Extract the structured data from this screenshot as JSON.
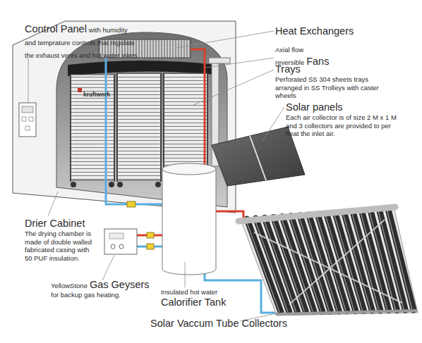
{
  "diagram": {
    "labels": [
      "Control Panel",
      "with humidity and temprature controls that regulate the exhaust vents and hot water inlets",
      "Heat Exchangers",
      "Axial flow reversible",
      "Fans",
      "Trays",
      "Perforated SS 304 sheets trays arranged in SS Trolleys with caster wheels",
      "Solar panels",
      "Each air collector is of size 2 M x 1 M and 3 collectors are provided to per heat the inlet air.",
      "kraftwork",
      "Drier Cabinet",
      "The drying chamber is made of double walled fabricated casing with 50 PUF insulation.",
      "YellowStone",
      "Gas Geysers",
      "for backup gas heating.",
      "Insulated hot water",
      "Calorifier Tank",
      "Solar Vaccum Tube Collectors"
    ]
  }
}
